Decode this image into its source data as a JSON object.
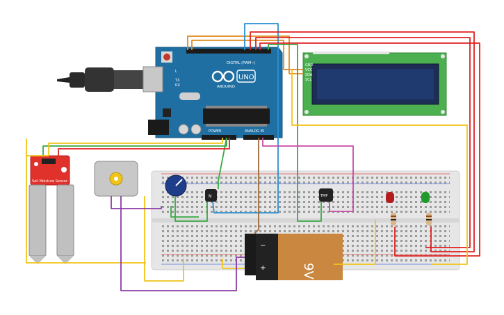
{
  "arduino": {
    "brand": "ARDUINO",
    "model": "UNO",
    "digital_label": "DIGITAL (PWM~)",
    "power_label": "POWER",
    "analog_label": "ANALOG IN",
    "tx_label": "TX",
    "rx_label": "RX",
    "l_label": "L"
  },
  "lcd": {
    "pins": [
      "GND",
      "VCC",
      "SDA",
      "SCL"
    ]
  },
  "soil_sensor": {
    "label": "Soil Moisture Sensor"
  },
  "transistors": [
    {
      "label": "N"
    },
    {
      "label": "TMP"
    }
  ],
  "battery": {
    "voltage": "9V",
    "minus": "−",
    "plus": "+"
  },
  "colors": {
    "arduino_blue": "#1f6fa3",
    "lcd_green": "#4caf50",
    "lcd_screen": "#1d2d55",
    "sensor_red": "#e0312b",
    "battery_orange": "#c9873f",
    "breadboard": "#e8e8e8",
    "wire_red": "#e02020",
    "wire_orange": "#e08a1e",
    "wire_blue": "#2a8fd0",
    "wire_green": "#3aa845",
    "wire_yellow": "#f0c419",
    "wire_purple": "#8a3aa8",
    "wire_pink": "#c94aa8",
    "wire_brown": "#9a6a3a"
  }
}
